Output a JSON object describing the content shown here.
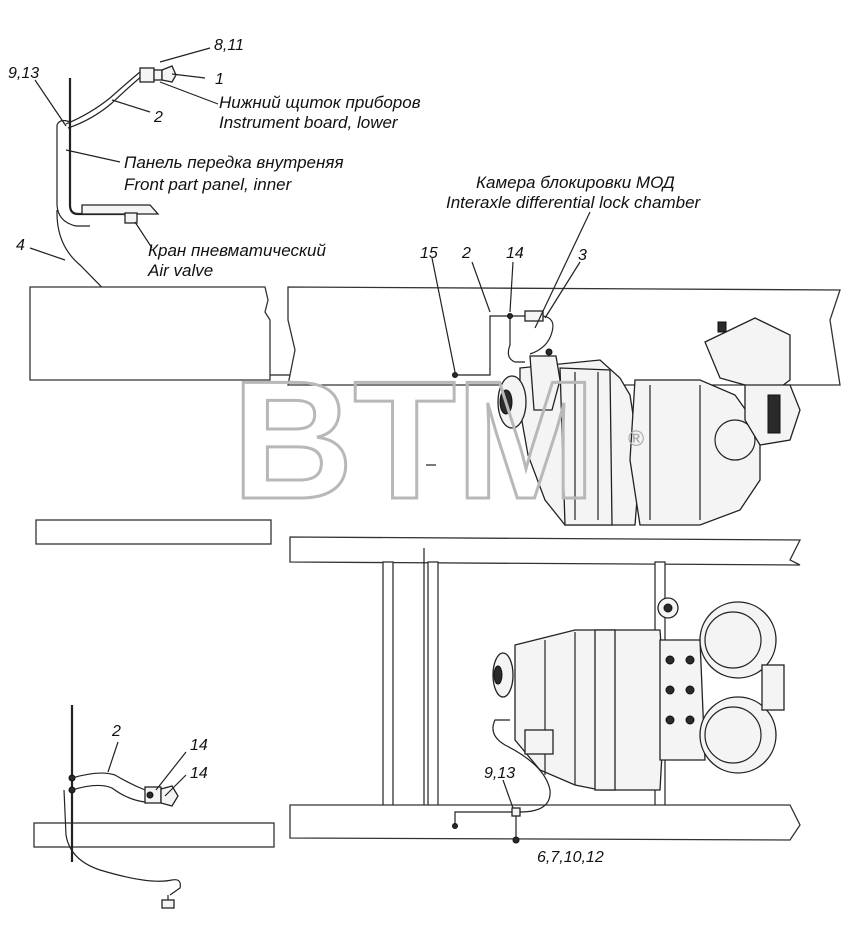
{
  "callouts": {
    "c_8_11": "8,11",
    "c_9_13_top": "9,13",
    "c_1": "1",
    "c_2_top": "2",
    "c_4": "4",
    "c_15": "15",
    "c_2_mid": "2",
    "c_14_mid": "14",
    "c_3": "3",
    "c_2_bottom": "2",
    "c_14_bottom_a": "14",
    "c_14_bottom_b": "14",
    "c_9_13_bottom": "9,13",
    "c_6_7_10_12": "6,7,10,12"
  },
  "labels": {
    "instrument_board_ru": "Нижний щиток приборов",
    "instrument_board_en": "Instrument board, lower",
    "front_panel_ru": "Панель передка внутреняя",
    "front_panel_en": "Front part panel, inner",
    "air_valve_ru": "Кран пневматический",
    "air_valve_en": "Air valve",
    "lock_chamber_ru": "Камера блокировки МОД",
    "lock_chamber_en": "Interaxle differential lock chamber"
  },
  "watermark": {
    "text": "BTM",
    "registered": "®",
    "color": "#b8b8b8"
  }
}
